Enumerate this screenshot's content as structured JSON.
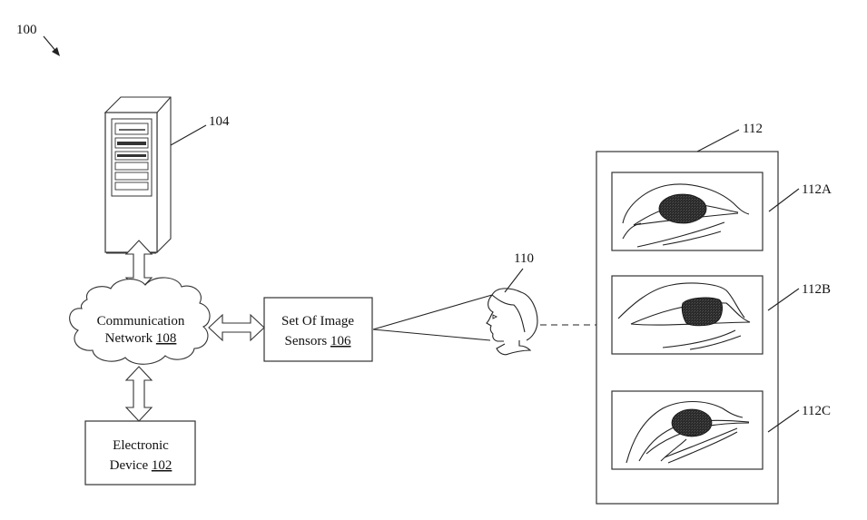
{
  "figure": {
    "reference_numeral": "100",
    "components": {
      "server": {
        "label": "104",
        "icon": "server-tower-icon"
      },
      "network": {
        "line1": "Communication",
        "line2_text": "Network ",
        "line2_ref": "108",
        "icon": "cloud-icon"
      },
      "electronic_device": {
        "line1": "Electronic",
        "line2_text": "Device ",
        "line2_ref": "102"
      },
      "image_sensors": {
        "line1": "Set Of Image",
        "line2_text": "Sensors ",
        "line2_ref": "106"
      },
      "user": {
        "label": "110",
        "icon": "person-head-icon"
      },
      "eye_images": {
        "label": "112",
        "frames": [
          {
            "label": "112A",
            "gaze": "left"
          },
          {
            "label": "112B",
            "gaze": "right"
          },
          {
            "label": "112C",
            "gaze": "center-up"
          }
        ]
      }
    },
    "connections": [
      {
        "from": "server",
        "to": "network",
        "type": "bidirectional-arrow"
      },
      {
        "from": "network",
        "to": "electronic_device",
        "type": "bidirectional-arrow"
      },
      {
        "from": "network",
        "to": "image_sensors",
        "type": "bidirectional-arrow"
      },
      {
        "from": "image_sensors",
        "to": "user",
        "type": "field-of-view"
      },
      {
        "from": "user",
        "to": "eye_images",
        "type": "dashed-line"
      }
    ]
  }
}
